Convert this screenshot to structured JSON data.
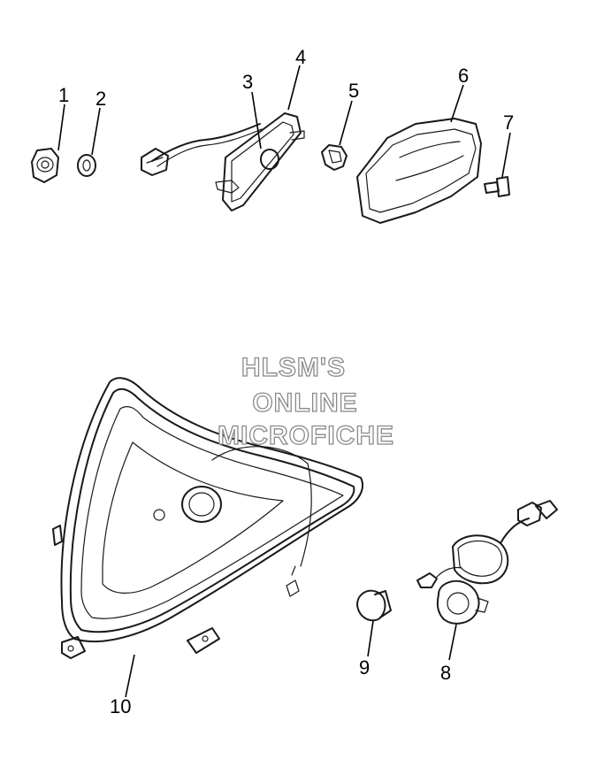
{
  "callouts": [
    "1",
    "2",
    "3",
    "4",
    "5",
    "6",
    "7",
    "8",
    "9",
    "10"
  ],
  "watermark": {
    "line1": "HLSM'S",
    "line2": "ONLINE",
    "line3": "MICROFICHE"
  },
  "colors": {
    "line": "#1a1a1a",
    "watermark_outline": "#8a8a8a",
    "background": "#ffffff"
  }
}
